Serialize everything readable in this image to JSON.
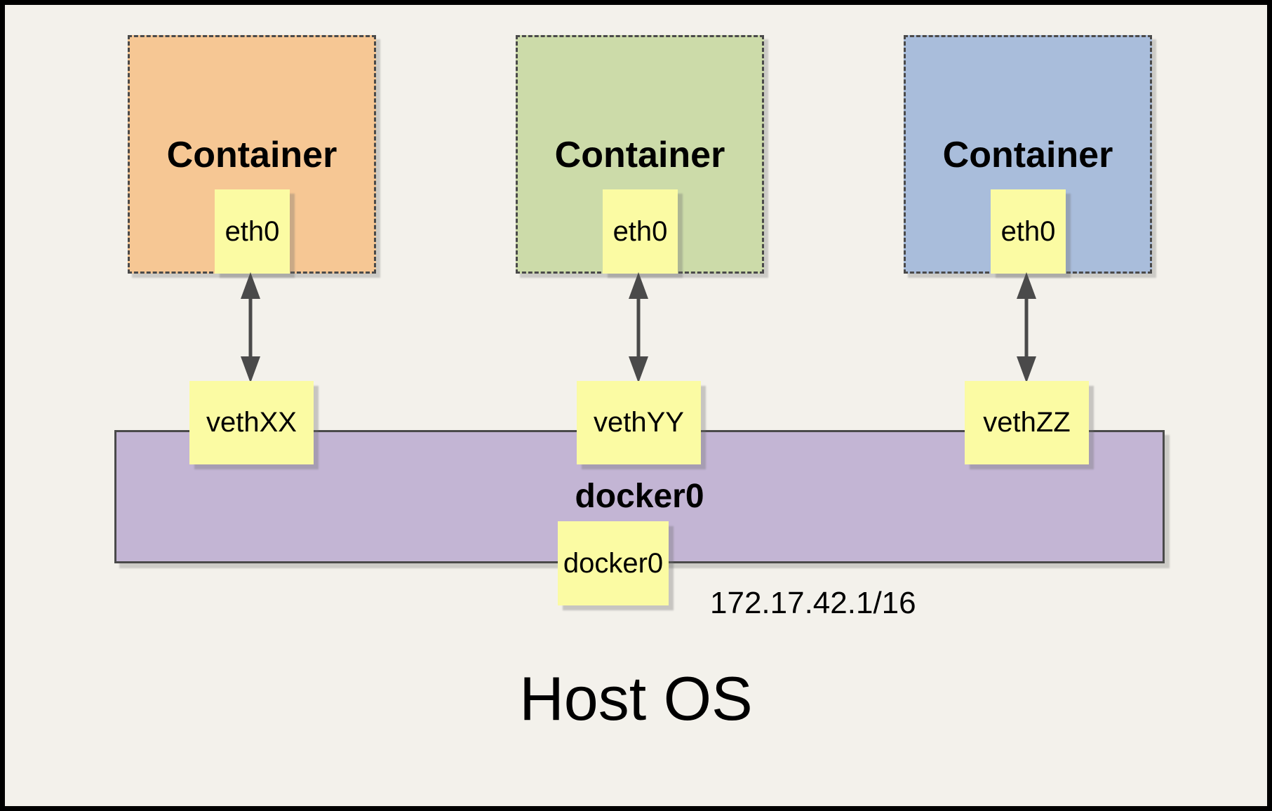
{
  "diagram": {
    "background": "#F3F1EB",
    "containers": [
      {
        "label": "Container",
        "fill": "#F6C794",
        "iface": "eth0",
        "veth": "vethXX"
      },
      {
        "label": "Container",
        "fill": "#CCDBA9",
        "iface": "eth0",
        "veth": "vethYY"
      },
      {
        "label": "Container",
        "fill": "#A9BDDB",
        "iface": "eth0",
        "veth": "vethZZ"
      }
    ],
    "bridge": {
      "title": "docker0",
      "iface": "docker0",
      "ip": "172.17.42.1/16",
      "fill": "#C3B5D4"
    },
    "host": {
      "label": "Host OS"
    },
    "colors": {
      "node_fill": "#FBFBA3",
      "line": "#4A4A4A"
    }
  }
}
